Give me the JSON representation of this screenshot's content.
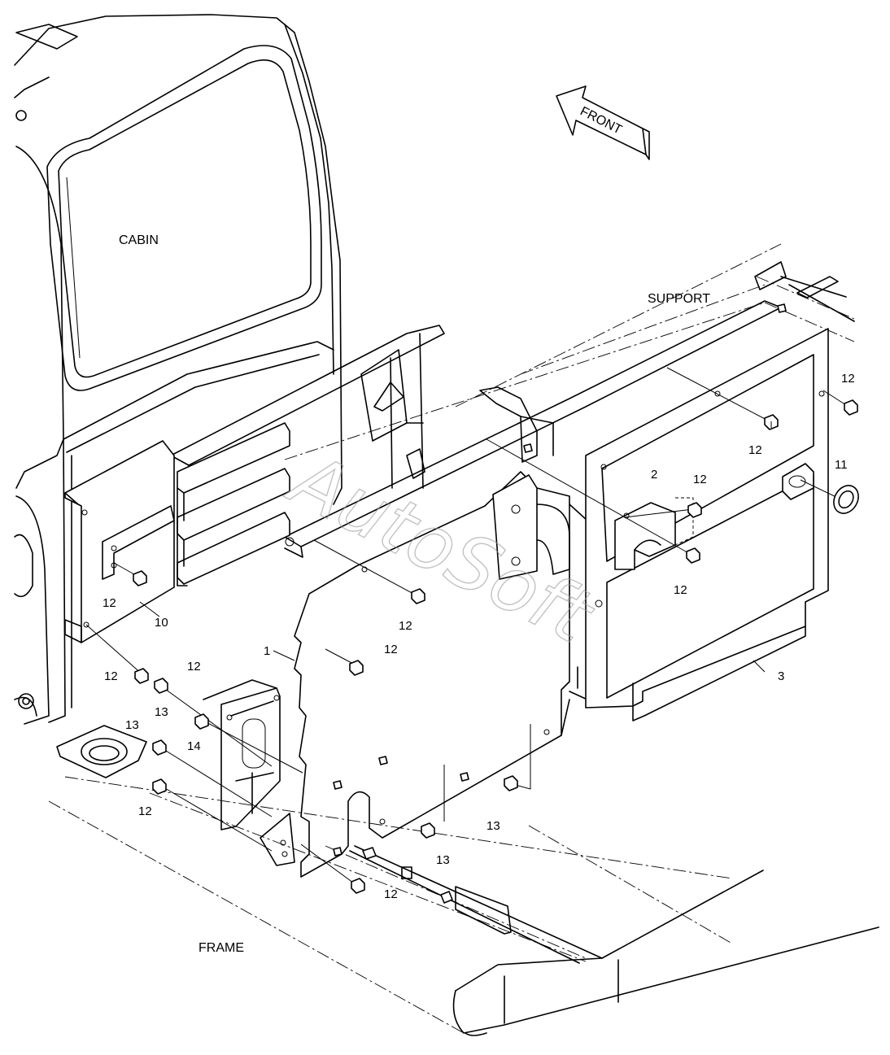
{
  "labels": {
    "cabin": "CABIN",
    "support": "SUPPORT",
    "frame": "FRAME",
    "front": "FRONT"
  },
  "watermark": "AutoSoft",
  "callouts": {
    "c1": "1",
    "c2": "2",
    "c3": "3",
    "c10": "10",
    "c11": "11",
    "c14": "14",
    "c12a": "12",
    "c12b": "12",
    "c12c": "12",
    "c12d": "12",
    "c12e": "12",
    "c12f": "12",
    "c12g": "12",
    "c12h": "12",
    "c12i": "12",
    "c12j": "12",
    "c13a": "13",
    "c13b": "13",
    "c13c": "13",
    "c13d": "13"
  },
  "colors": {
    "line": "#000000",
    "background": "#ffffff",
    "watermark": "#9a9a9a"
  }
}
